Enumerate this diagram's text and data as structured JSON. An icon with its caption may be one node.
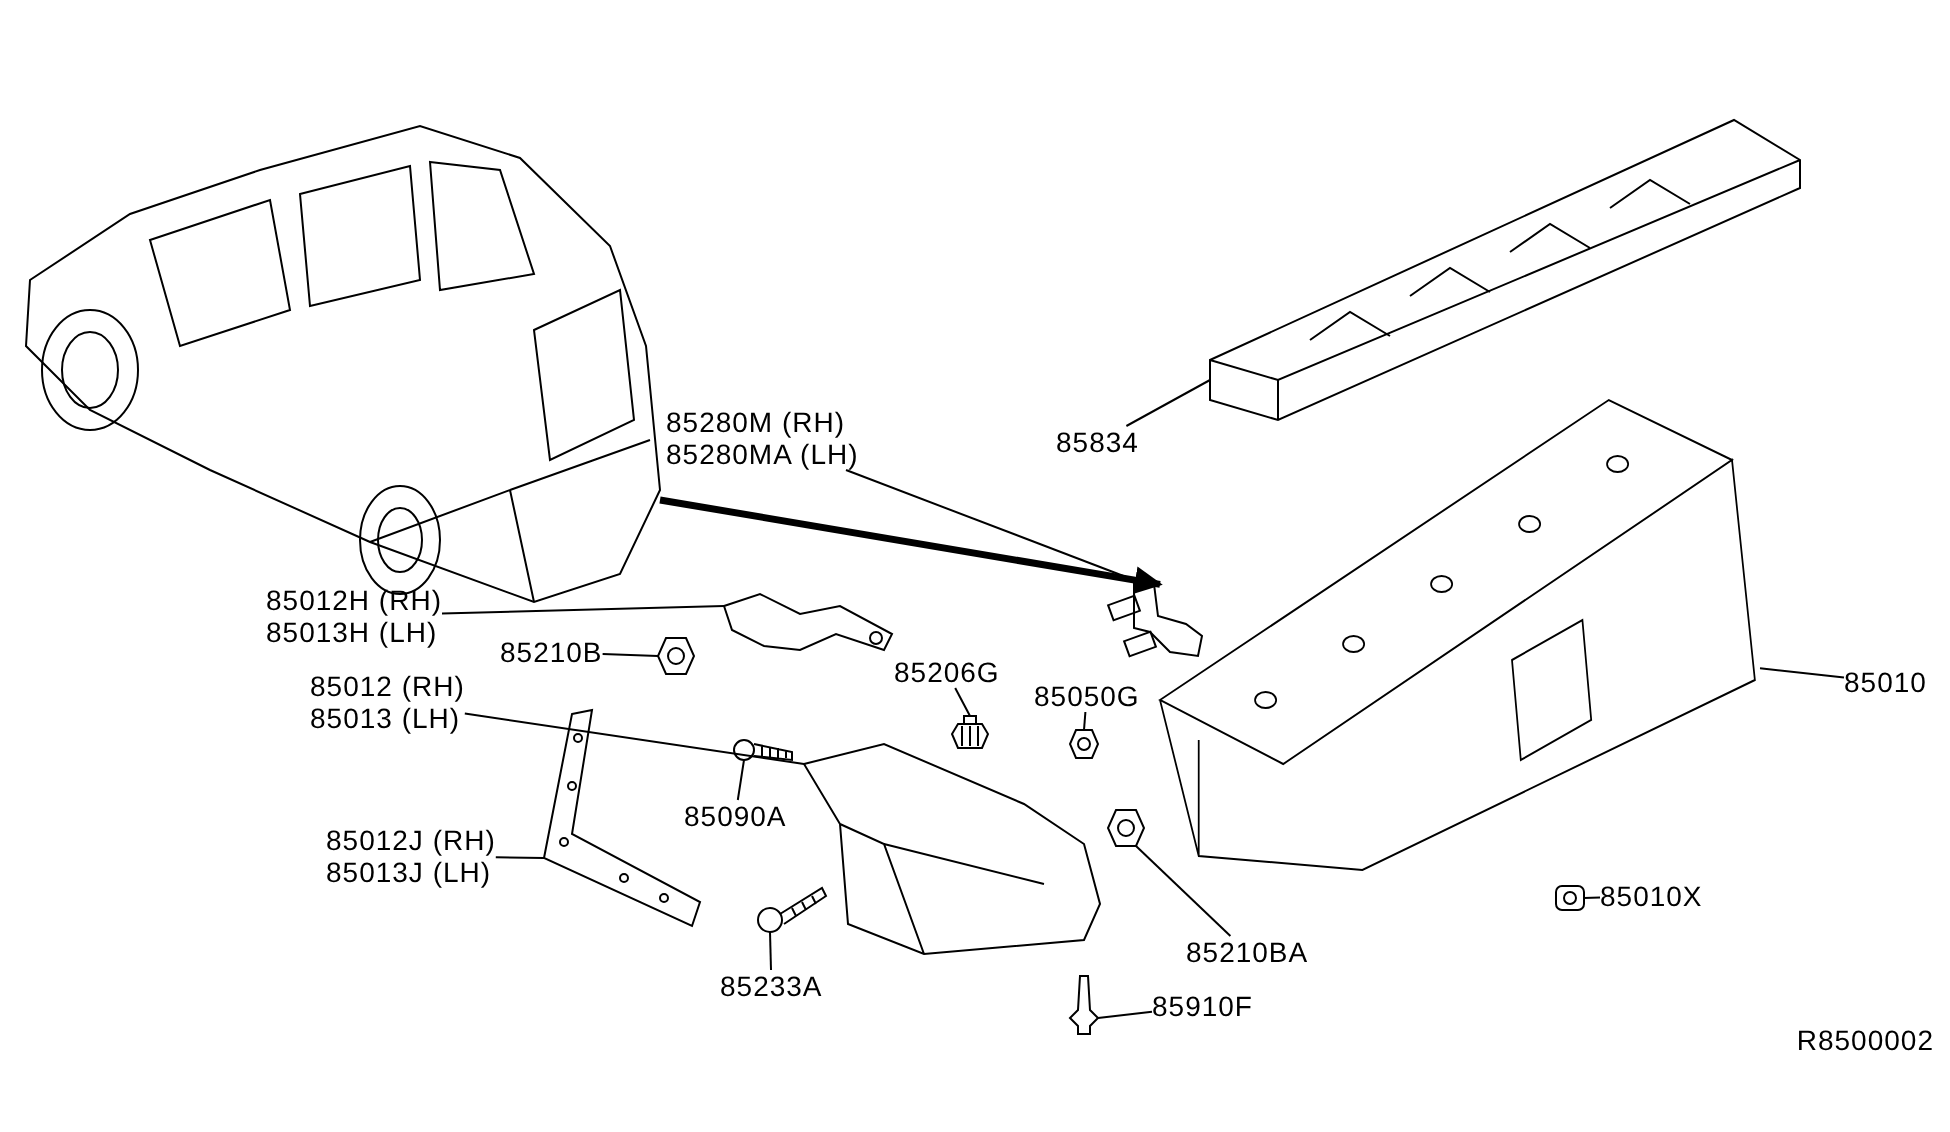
{
  "diagram": {
    "nodes": [
      {
        "text": [],
        "shape": "picture"
      },
      {
        "text": [
          "85280M (RH)",
          "85280MA (LH)"
        ]
      },
      {
        "text": [],
        "shape": "picture"
      },
      {
        "text": [
          "85834"
        ]
      },
      {
        "text": [],
        "shape": "picture"
      },
      {
        "text": [
          "85010"
        ]
      },
      {
        "text": [],
        "shape": "picture"
      },
      {
        "text": [
          "85012H (RH)",
          "85013H (LH)"
        ]
      },
      {
        "text": [],
        "shape": "picture"
      },
      {
        "text": [
          "85210B"
        ]
      },
      {
        "text": [],
        "shape": "picture"
      },
      {
        "text": [
          "85206G"
        ]
      },
      {
        "text": [],
        "shape": "picture"
      },
      {
        "text": [
          "85012 (RH)",
          "85013 (LH)"
        ]
      },
      {
        "text": [],
        "shape": "picture"
      },
      {
        "text": [
          "85050G"
        ]
      },
      {
        "text": [],
        "shape": "picture"
      },
      {
        "text": [
          "85090A"
        ]
      },
      {
        "text": [],
        "shape": "picture"
      },
      {
        "text": [
          "85012J (RH)",
          "85013J (LH)"
        ]
      },
      {
        "text": [],
        "shape": "picture"
      },
      {
        "text": [
          "85233A"
        ]
      },
      {
        "text": [],
        "shape": "picture"
      },
      {
        "text": [
          "85210BA"
        ]
      },
      {
        "text": [],
        "shape": "picture"
      },
      {
        "text": [
          "85910F"
        ]
      },
      {
        "text": [],
        "shape": "picture"
      },
      {
        "text": [
          "85010X"
        ]
      },
      {
        "text": [],
        "shape": "picture"
      }
    ],
    "edges": [
      {
        "from": 0,
        "to": 6,
        "arrow": "to",
        "style": "thick"
      },
      {
        "from": 1,
        "to": 2,
        "arrow": "none"
      },
      {
        "from": 3,
        "to": 4,
        "arrow": "none"
      },
      {
        "from": 5,
        "to": 6,
        "arrow": "none"
      },
      {
        "from": 7,
        "to": 8,
        "arrow": "none"
      },
      {
        "from": 9,
        "to": 10,
        "arrow": "none"
      },
      {
        "from": 11,
        "to": 12,
        "arrow": "none"
      },
      {
        "from": 13,
        "to": 14,
        "arrow": "none"
      },
      {
        "from": 15,
        "to": 16,
        "arrow": "none"
      },
      {
        "from": 17,
        "to": 18,
        "arrow": "none"
      },
      {
        "from": 19,
        "to": 20,
        "arrow": "none"
      },
      {
        "from": 21,
        "to": 22,
        "arrow": "none"
      },
      {
        "from": 23,
        "to": 24,
        "arrow": "none"
      },
      {
        "from": 25,
        "to": 26,
        "arrow": "none"
      },
      {
        "from": 27,
        "to": 28,
        "arrow": "none"
      }
    ],
    "labels": [
      "R8500002"
    ]
  }
}
